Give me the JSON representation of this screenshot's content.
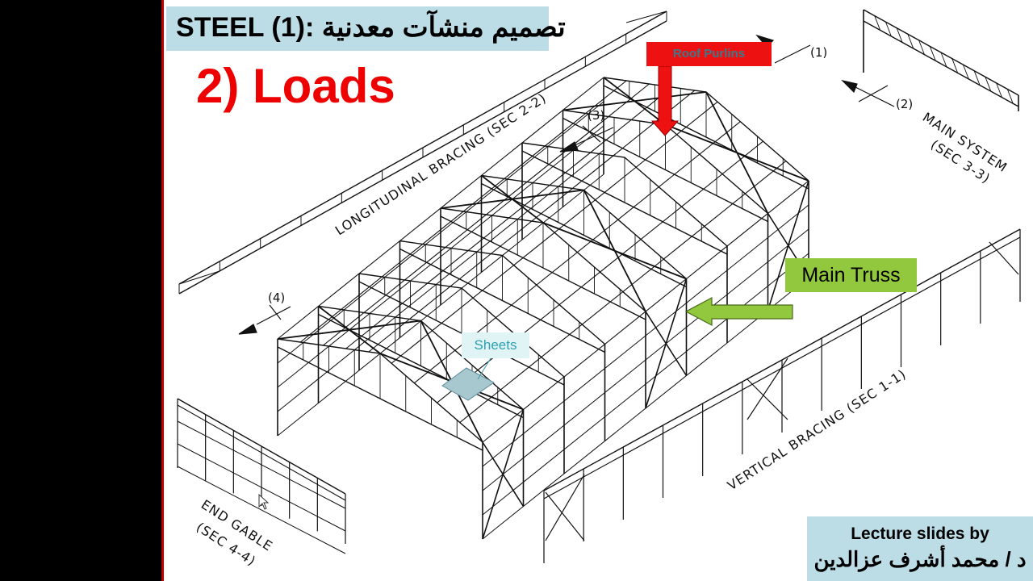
{
  "slide": {
    "title_latin": "STEEL (1):",
    "title_arabic": "تصميم منشآت معدنية",
    "heading": "2) Loads"
  },
  "callouts": {
    "roof_purlins": "Roof Purlins",
    "main_truss": "Main Truss",
    "sheets": "Sheets"
  },
  "diagram_labels": {
    "longitudinal_bracing": "LONGITUDINAL BRACING (SEC 2-2)",
    "main_system_line1": "MAIN SYSTEM",
    "main_system_line2": "(SEC 3-3)",
    "vertical_bracing": "VERTICAL BRACING (SEC 1-1)",
    "end_gable_line1": "END GABLE",
    "end_gable_line2": "(SEC 4-4)",
    "section_1": "(1)",
    "section_2": "(2)",
    "section_3": "(3)",
    "section_4": "(4)"
  },
  "credit": {
    "line1": "Lecture slides by",
    "line2": "د / محمد أشرف عزالدين"
  },
  "colors": {
    "title_bg": "#bcdde6",
    "heading": "#ee0000",
    "roof_purlins_bg": "#ee1111",
    "main_truss_bg": "#92c83e",
    "sheets_bg": "#e0f4f6",
    "sheet_panel": "#a8c8d0"
  }
}
